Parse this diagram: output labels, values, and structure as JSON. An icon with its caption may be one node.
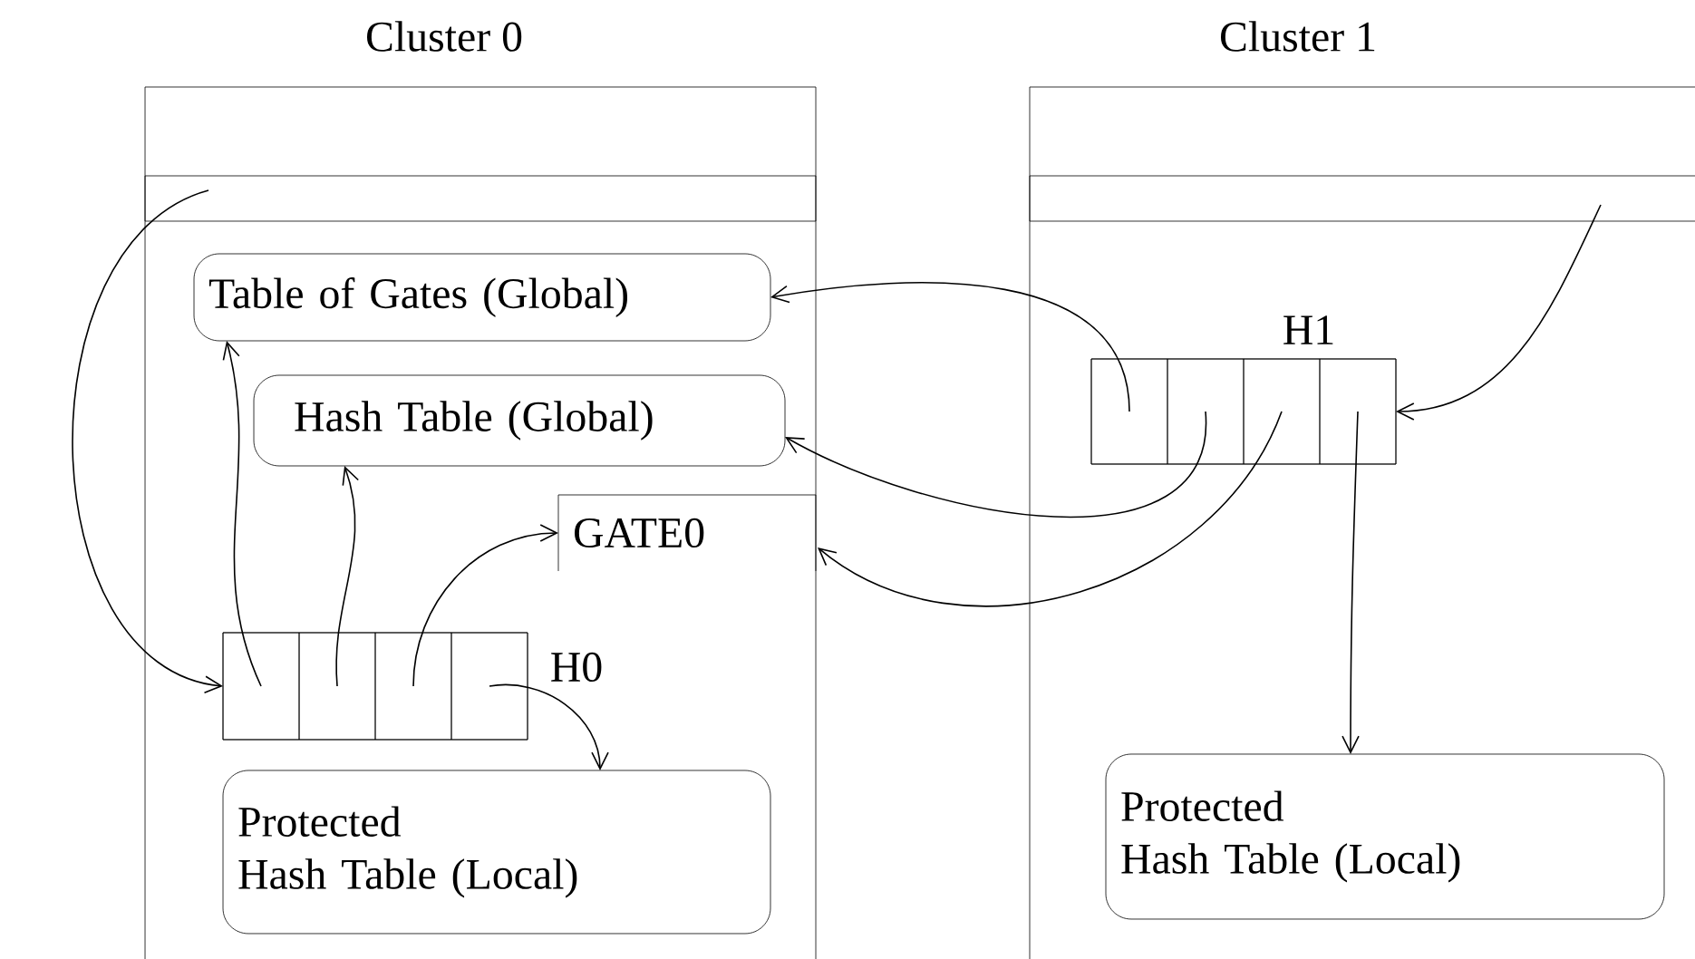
{
  "diagram": {
    "nodes": [
      {
        "text": [
          "Cluster 0"
        ]
      },
      {
        "text": [
          "Cluster 1"
        ]
      },
      {
        "text": [],
        "shape": "box",
        "in": 0
      },
      {
        "text": [
          "Table of Gates (Global)"
        ],
        "in": 0
      },
      {
        "text": [
          "Hash Table (Global)"
        ],
        "in": 0
      },
      {
        "text": [
          "GATE0"
        ],
        "in": 0
      },
      {
        "text": [],
        "shape": "box",
        "beside": [
          "H0"
        ],
        "in": 0
      },
      {
        "text": [],
        "shape": "box",
        "in": 6
      },
      {
        "text": [],
        "shape": "box",
        "in": 6
      },
      {
        "text": [],
        "shape": "box",
        "in": 6
      },
      {
        "text": [],
        "shape": "box",
        "in": 6
      },
      {
        "text": [
          "Protected Hash Table (Local)"
        ],
        "in": 0
      },
      {
        "text": [],
        "shape": "box",
        "in": 1
      },
      {
        "text": [],
        "shape": "box",
        "beside": [
          "H1"
        ],
        "in": 1
      },
      {
        "text": [],
        "shape": "box",
        "in": 13
      },
      {
        "text": [],
        "shape": "box",
        "in": 13
      },
      {
        "text": [],
        "shape": "box",
        "in": 13
      },
      {
        "text": [],
        "shape": "box",
        "in": 13
      },
      {
        "text": [
          "Protected Hash Table (Local)"
        ],
        "in": 1
      }
    ],
    "edges": [
      {
        "from": 2,
        "to": 7,
        "arrow": "to"
      },
      {
        "from": 7,
        "to": 3,
        "arrow": "to"
      },
      {
        "from": 8,
        "to": 4,
        "arrow": "to"
      },
      {
        "from": 9,
        "to": 5,
        "arrow": "to"
      },
      {
        "from": 10,
        "to": 11,
        "arrow": "to"
      },
      {
        "from": 12,
        "to": 17,
        "arrow": "to"
      },
      {
        "from": 14,
        "to": 3,
        "arrow": "to"
      },
      {
        "from": 15,
        "to": 4,
        "arrow": "to"
      },
      {
        "from": 16,
        "to": 5,
        "arrow": "to"
      },
      {
        "from": 17,
        "to": 18,
        "arrow": "to"
      }
    ]
  }
}
